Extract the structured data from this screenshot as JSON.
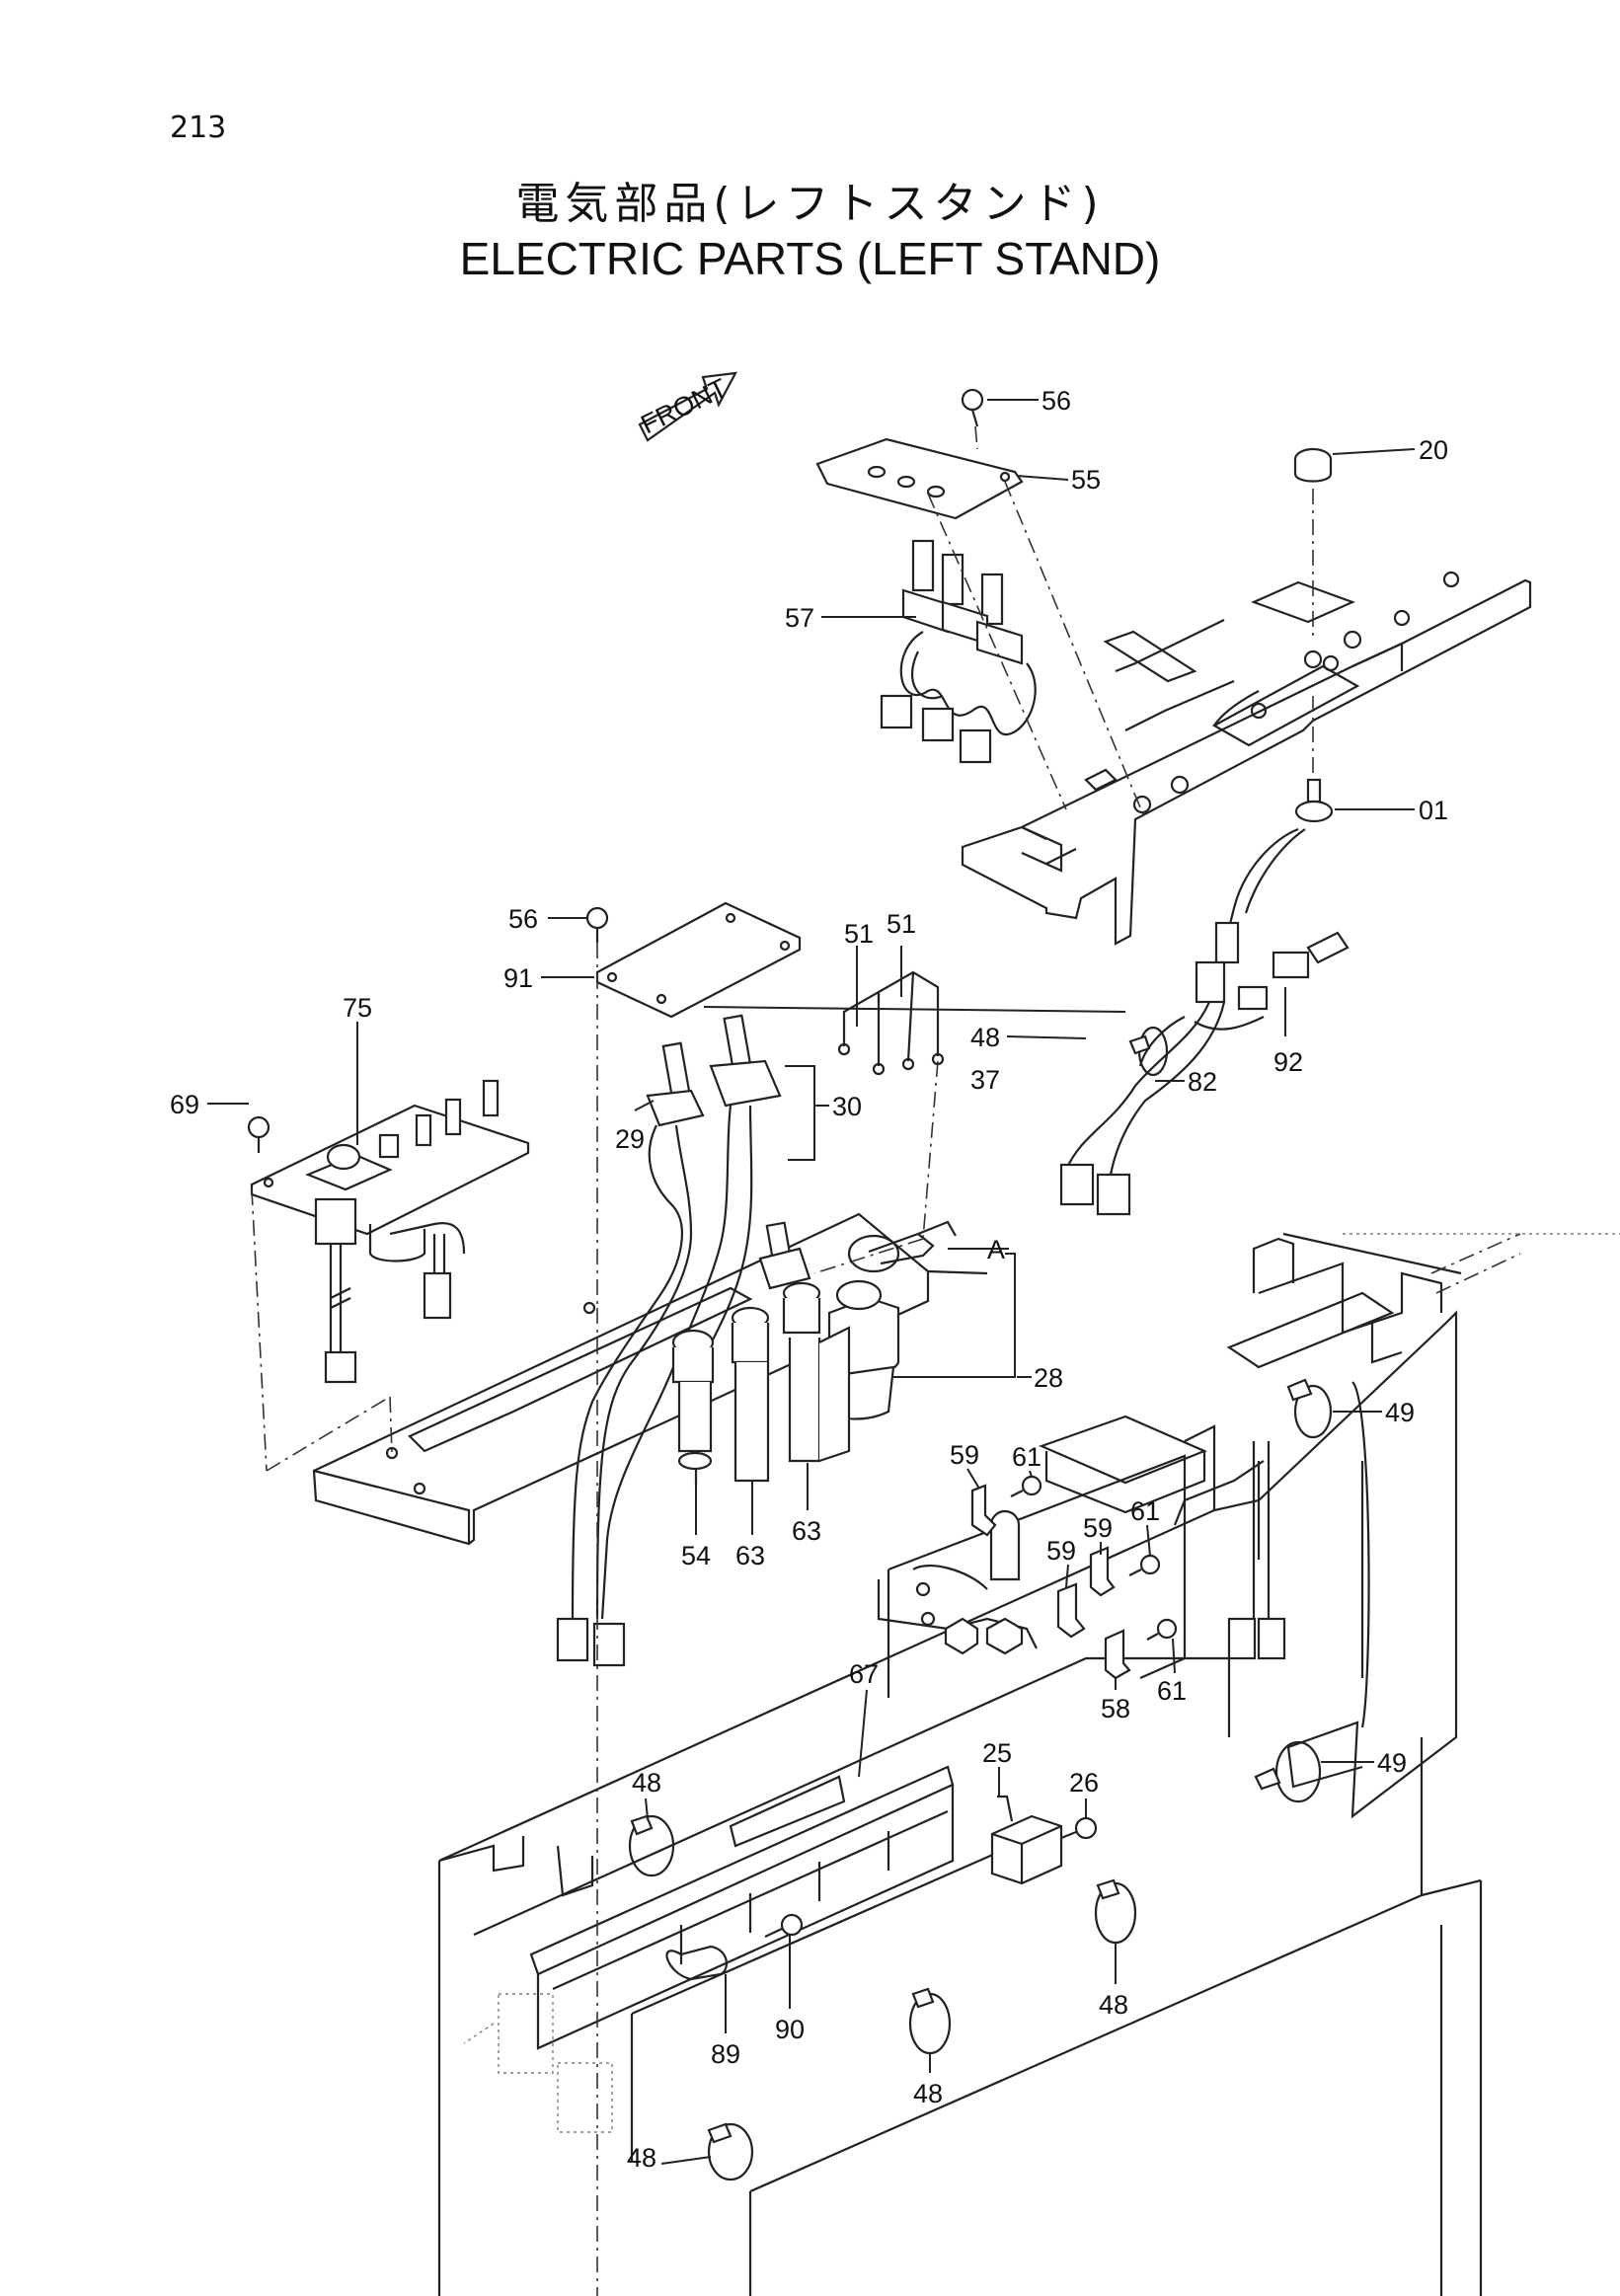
{
  "page": {
    "number": "213"
  },
  "title": {
    "japanese": "電気部品(レフトスタンド)",
    "english": "ELECTRIC PARTS (LEFT STAND)"
  },
  "front_arrow": {
    "text": "FRONT"
  },
  "callouts": [
    {
      "id": "56a",
      "text": "56"
    },
    {
      "id": "55",
      "text": "55"
    },
    {
      "id": "20",
      "text": "20"
    },
    {
      "id": "57",
      "text": "57"
    },
    {
      "id": "01",
      "text": "01"
    },
    {
      "id": "56b",
      "text": "56"
    },
    {
      "id": "91",
      "text": "91"
    },
    {
      "id": "51a",
      "text": "51"
    },
    {
      "id": "51b",
      "text": "51"
    },
    {
      "id": "48a",
      "text": "48"
    },
    {
      "id": "92",
      "text": "92"
    },
    {
      "id": "37",
      "text": "37"
    },
    {
      "id": "82",
      "text": "82"
    },
    {
      "id": "75",
      "text": "75"
    },
    {
      "id": "69",
      "text": "69"
    },
    {
      "id": "29",
      "text": "29"
    },
    {
      "id": "30",
      "text": "30"
    },
    {
      "id": "A",
      "text": "A"
    },
    {
      "id": "28",
      "text": "28"
    },
    {
      "id": "49a",
      "text": "49"
    },
    {
      "id": "59a",
      "text": "59"
    },
    {
      "id": "61a",
      "text": "61"
    },
    {
      "id": "61b",
      "text": "61"
    },
    {
      "id": "59b",
      "text": "59"
    },
    {
      "id": "59c",
      "text": "59"
    },
    {
      "id": "54",
      "text": "54"
    },
    {
      "id": "63a",
      "text": "63"
    },
    {
      "id": "63b",
      "text": "63"
    },
    {
      "id": "61c",
      "text": "61"
    },
    {
      "id": "58",
      "text": "58"
    },
    {
      "id": "67",
      "text": "67"
    },
    {
      "id": "25",
      "text": "25"
    },
    {
      "id": "26",
      "text": "26"
    },
    {
      "id": "48b",
      "text": "48"
    },
    {
      "id": "49b",
      "text": "49"
    },
    {
      "id": "48c",
      "text": "48"
    },
    {
      "id": "90",
      "text": "90"
    },
    {
      "id": "89",
      "text": "89"
    },
    {
      "id": "48d",
      "text": "48"
    },
    {
      "id": "48e",
      "text": "48"
    }
  ]
}
